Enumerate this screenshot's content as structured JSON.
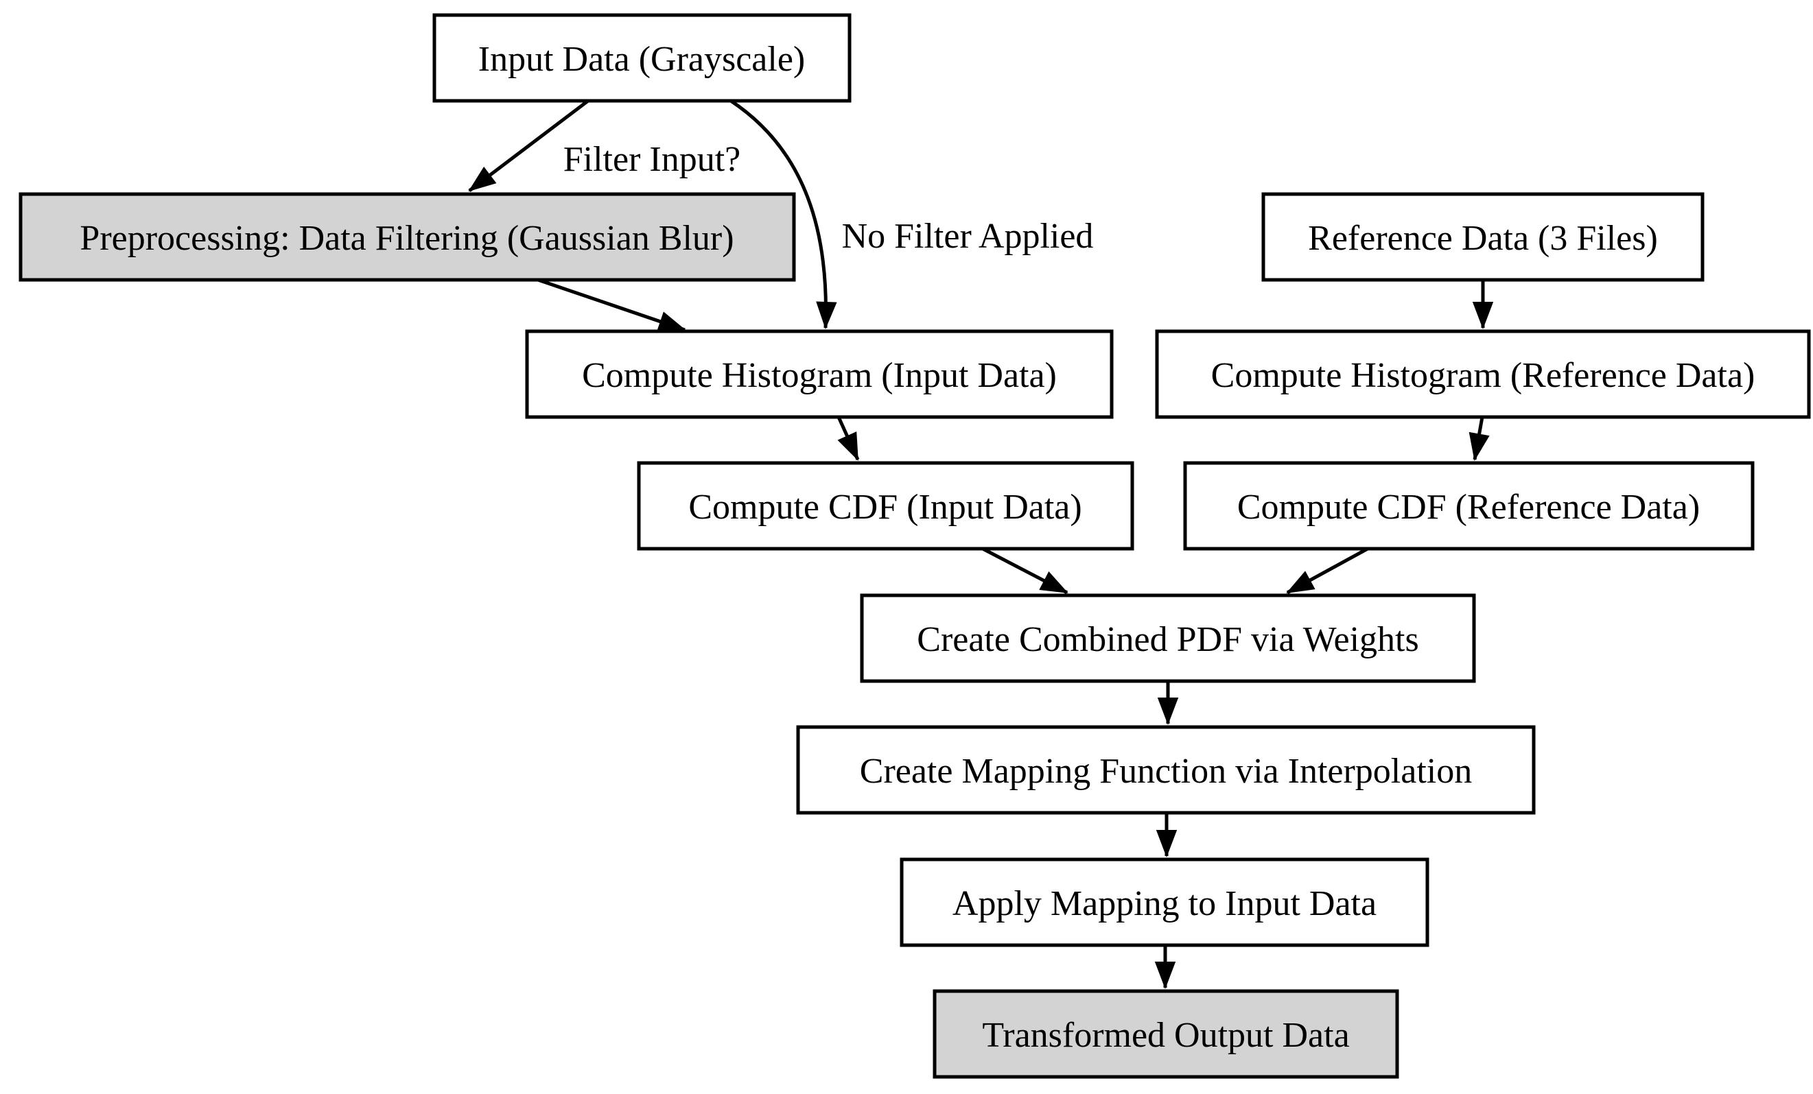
{
  "diagram": {
    "type": "flowchart",
    "background_color": "#ffffff",
    "node_border_color": "#000000",
    "node_fill_default": "#ffffff",
    "node_fill_highlight": "#d3d3d3",
    "text_color": "#000000",
    "nodes": [
      {
        "id": "input-data",
        "label": "Input Data (Grayscale)",
        "fill": "#ffffff"
      },
      {
        "id": "preprocessing",
        "label": "Preprocessing: Data Filtering (Gaussian Blur)",
        "fill": "#d3d3d3"
      },
      {
        "id": "reference-data",
        "label": "Reference Data (3 Files)",
        "fill": "#ffffff"
      },
      {
        "id": "compute-histogram-input",
        "label": "Compute Histogram (Input Data)",
        "fill": "#ffffff"
      },
      {
        "id": "compute-histogram-reference",
        "label": "Compute Histogram (Reference Data)",
        "fill": "#ffffff"
      },
      {
        "id": "compute-cdf-input",
        "label": "Compute CDF (Input Data)",
        "fill": "#ffffff"
      },
      {
        "id": "compute-cdf-reference",
        "label": "Compute CDF (Reference Data)",
        "fill": "#ffffff"
      },
      {
        "id": "create-combined-pdf",
        "label": "Create Combined PDF via Weights",
        "fill": "#ffffff"
      },
      {
        "id": "create-mapping-function",
        "label": "Create Mapping Function via Interpolation",
        "fill": "#ffffff"
      },
      {
        "id": "apply-mapping",
        "label": "Apply Mapping to Input Data",
        "fill": "#ffffff"
      },
      {
        "id": "transformed-output",
        "label": "Transformed Output Data",
        "fill": "#d3d3d3"
      }
    ],
    "edges": [
      {
        "from": "input-data",
        "to": "preprocessing",
        "label": "Filter Input?"
      },
      {
        "from": "input-data",
        "to": "compute-histogram-input",
        "label": "No Filter Applied"
      },
      {
        "from": "preprocessing",
        "to": "compute-histogram-input",
        "label": ""
      },
      {
        "from": "reference-data",
        "to": "compute-histogram-reference",
        "label": ""
      },
      {
        "from": "compute-histogram-input",
        "to": "compute-cdf-input",
        "label": ""
      },
      {
        "from": "compute-histogram-reference",
        "to": "compute-cdf-reference",
        "label": ""
      },
      {
        "from": "compute-cdf-input",
        "to": "create-combined-pdf",
        "label": ""
      },
      {
        "from": "compute-cdf-reference",
        "to": "create-combined-pdf",
        "label": ""
      },
      {
        "from": "create-combined-pdf",
        "to": "create-mapping-function",
        "label": ""
      },
      {
        "from": "create-mapping-function",
        "to": "apply-mapping",
        "label": ""
      },
      {
        "from": "apply-mapping",
        "to": "transformed-output",
        "label": ""
      }
    ]
  }
}
